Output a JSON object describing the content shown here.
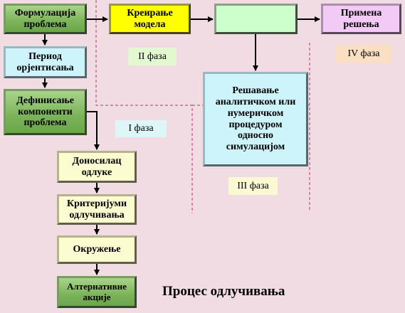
{
  "diagram": {
    "title": "Процес одлучивања",
    "boxes": {
      "formulation": "Формулација\nпроблема",
      "orientation": "Период\nорјентисања",
      "definition": "Дефинисање\nкомпоненти\nпроблема",
      "decision_maker": "Доносилац\nодлуке",
      "criteria": "Критеријуми\nодлучивања",
      "environment": "Окружење",
      "alternatives": "Алтернативне\nакције",
      "model_creation": "Креирање\nмодела",
      "empty_box": "",
      "solving": "Решавање\nаналитичком или\nнумеричком\nпроцедуром\nодносно\nсимулацијом",
      "application": "Примена\nрешења"
    },
    "phases": {
      "phase1": "I фаза",
      "phase2": "II фаза",
      "phase3": "III фаза",
      "phase4": "IV фаза"
    },
    "colors": {
      "background": "#f2dce3",
      "green": "#7cb35a",
      "cyan": "#cdf3fb",
      "cream": "#fbfcd0",
      "yellow": "#ffff00",
      "light_green": "#ccffcc",
      "violet": "#f3c9f5",
      "phase1_bg": "#ddf6f8",
      "phase2_bg": "#e2f8cf",
      "phase3_bg": "#fbf9d4",
      "phase4_bg": "#fbdfc2",
      "divider": "#c0306a"
    }
  }
}
